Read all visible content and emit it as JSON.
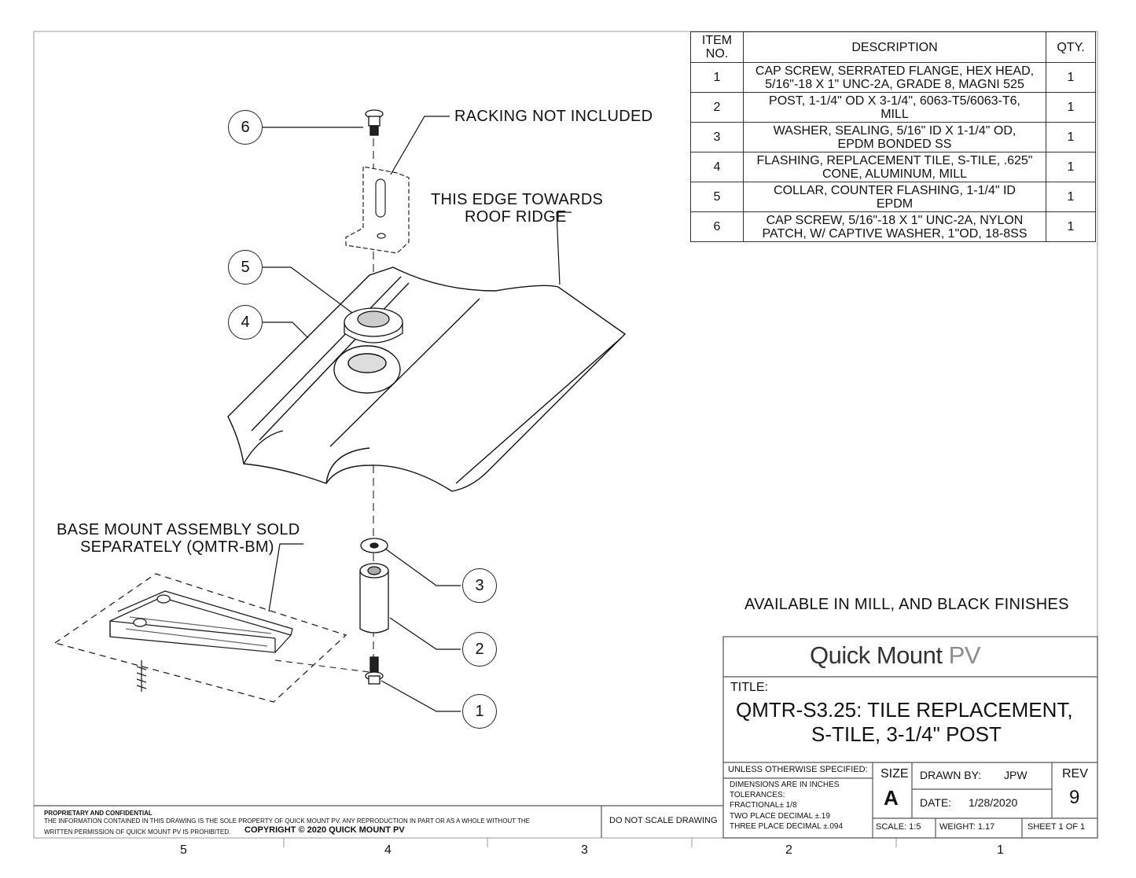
{
  "bom": {
    "headers": {
      "item": "ITEM NO.",
      "description": "DESCRIPTION",
      "qty": "QTY."
    },
    "rows": [
      {
        "item": "1",
        "line1": "CAP SCREW, SERRATED FLANGE, HEX HEAD,",
        "line2": "5/16\"-18 X 1\" UNC-2A, GRADE 8, MAGNI 525",
        "qty": "1"
      },
      {
        "item": "2",
        "line1": "POST, 1-1/4\" OD X 3-1/4\", 6063-T5/6063-T6,",
        "line2": "MILL",
        "qty": "1"
      },
      {
        "item": "3",
        "line1": "WASHER, SEALING,  5/16\" ID X 1-1/4\" OD,",
        "line2": "EPDM BONDED SS",
        "qty": "1"
      },
      {
        "item": "4",
        "line1": "FLASHING, REPLACEMENT TILE, S-TILE, .625\"",
        "line2": "CONE, ALUMINUM, MILL",
        "qty": "1"
      },
      {
        "item": "5",
        "line1": "COLLAR, COUNTER FLASHING, 1-1/4\" ID",
        "line2": "EPDM",
        "qty": "1"
      },
      {
        "item": "6",
        "line1": "CAP SCREW, 5/16\"-18 X 1\" UNC-2A, NYLON",
        "line2": "PATCH, W/ CAPTIVE WASHER, 1\"OD, 18-8SS",
        "qty": "1"
      }
    ]
  },
  "callouts": {
    "racking": "RACKING NOT INCLUDED",
    "edge_line1": "THIS EDGE TOWARDS",
    "edge_line2": "ROOF RIDGE",
    "base_line1": "BASE MOUNT ASSEMBLY SOLD",
    "base_line2": "SEPARATELY (QMTR-BM)",
    "finishes": "AVAILABLE IN MILL, AND BLACK FINISHES"
  },
  "balloons": [
    "1",
    "2",
    "3",
    "4",
    "5",
    "6"
  ],
  "title_block": {
    "logo_main": "Quick Mount",
    "logo_pv": "PV",
    "title_label": "TITLE:",
    "title_line1": "QMTR-S3.25: TILE REPLACEMENT,",
    "title_line2": "S-TILE, 3-1/4\" POST",
    "unless": "UNLESS OTHERWISE SPECIFIED:",
    "dims": "DIMENSIONS ARE IN INCHES",
    "tolerances": "TOLERANCES:",
    "fractional": "FRACTIONAL± 1/8",
    "two_place": "TWO PLACE DECIMAL    ±.19",
    "three_place": "THREE PLACE DECIMAL   ±.094",
    "size_label": "SIZE",
    "size": "A",
    "drawn_by_label": "DRAWN BY:",
    "drawn_by": "JPW",
    "date_label": "DATE:",
    "date": "1/28/2020",
    "rev_label": "REV",
    "rev": "9",
    "scale": "SCALE: 1:5",
    "weight": "WEIGHT: 1.17",
    "sheet": "SHEET 1 OF 1",
    "do_not_scale": "DO NOT SCALE DRAWING",
    "proprietary": "PROPRIETARY AND CONFIDENTIAL",
    "info_line1": "THE INFORMATION CONTAINED IN THIS DRAWING IS THE SOLE PROPERTY OF QUICK MOUNT PV.  ANY REPRODUCTION IN PART OR AS A WHOLE WITHOUT THE",
    "info_line2": "WRITTEN PERMISSION OF QUICK MOUNT PV IS PROHIBITED.",
    "copyright": "COPYRIGHT © 2020 QUICK MOUNT PV"
  },
  "zones": [
    "5",
    "4",
    "3",
    "2",
    "1"
  ]
}
